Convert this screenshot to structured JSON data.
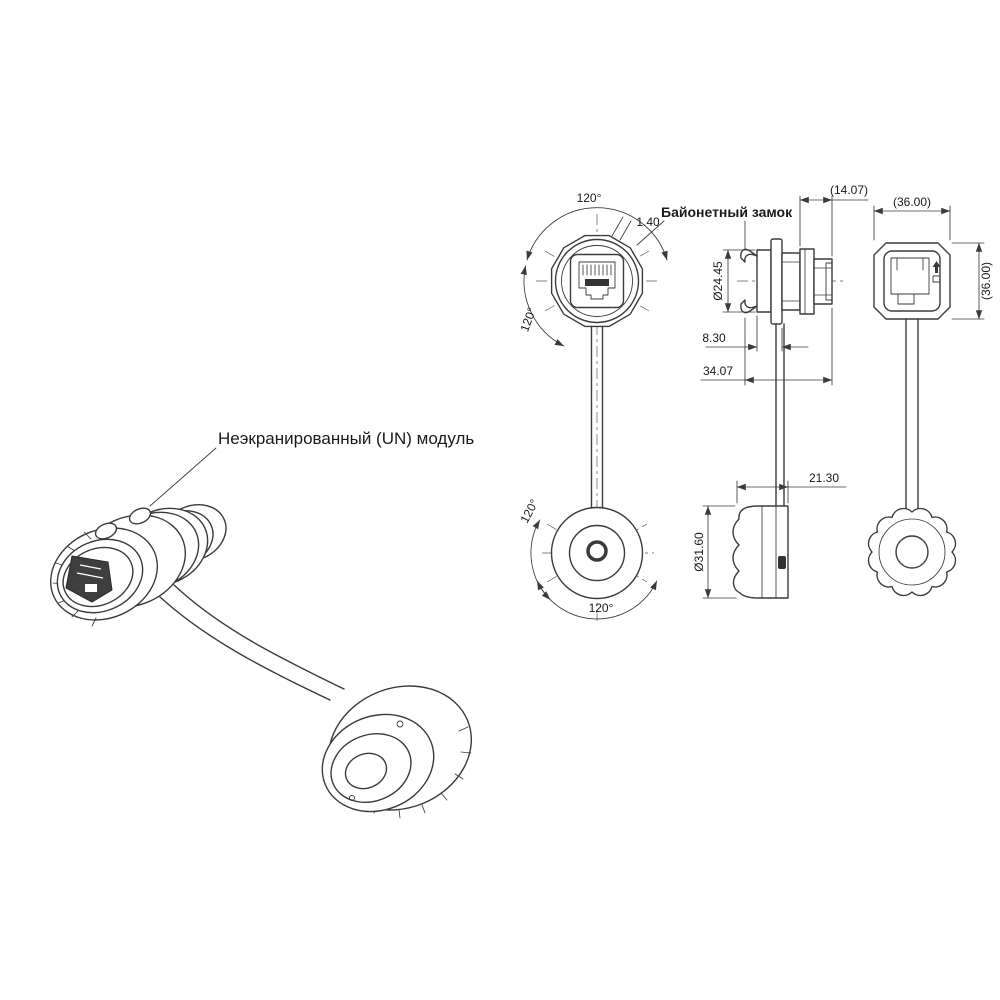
{
  "drawing": {
    "labels": {
      "module": "Неэкранированный (UN) модуль",
      "bayonet": "Байонетный замок"
    },
    "front_view": {
      "angles": [
        "120°",
        "120°",
        "120°",
        "120°"
      ],
      "slot_width": "1.40"
    },
    "side_view": {
      "diameter": "Ø24.45",
      "flange_offset": "8.30",
      "length": "34.07",
      "rear_depth": "(14.07)",
      "cap_depth": "21.30",
      "cap_diameter": "Ø31.60"
    },
    "rear_view": {
      "width": "(36.00)",
      "height": "(36.00)"
    },
    "colors": {
      "line": "#3b3b3b",
      "text": "#1a1a1a",
      "background": "#ffffff"
    }
  }
}
